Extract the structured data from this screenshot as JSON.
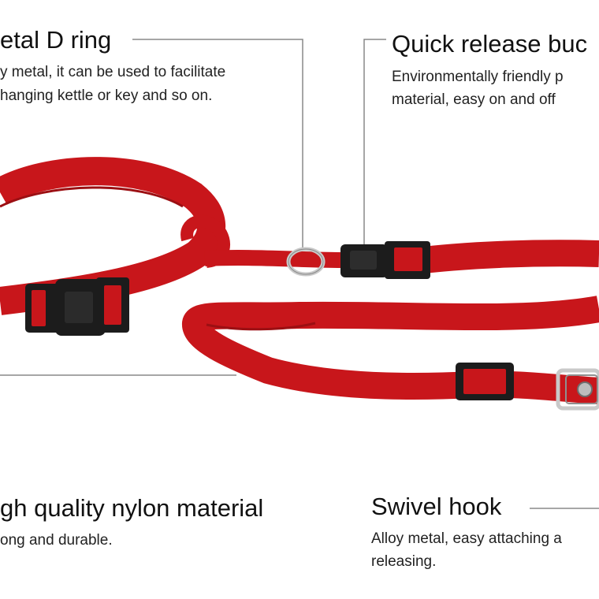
{
  "colors": {
    "strap": "#c8161b",
    "strap_shade": "#9c0f13",
    "buckle": "#1c1c1c",
    "metal": "#c9c9c9",
    "leader_line": "#888888"
  },
  "d_ring": {
    "title": "etal D ring",
    "desc_1": "y metal, it can be used to facilitate",
    "desc_2": "hanging kettle or key and so on."
  },
  "quick_release": {
    "title": "Quick release buc",
    "desc_1": "Environmentally friendly p",
    "desc_2": "material,   easy on and off"
  },
  "nylon": {
    "title": "gh quality nylon material",
    "desc_1": "ong and durable."
  },
  "swivel": {
    "title": "Swivel hook",
    "desc_1": "Alloy metal, easy attaching a",
    "desc_2": "releasing."
  }
}
